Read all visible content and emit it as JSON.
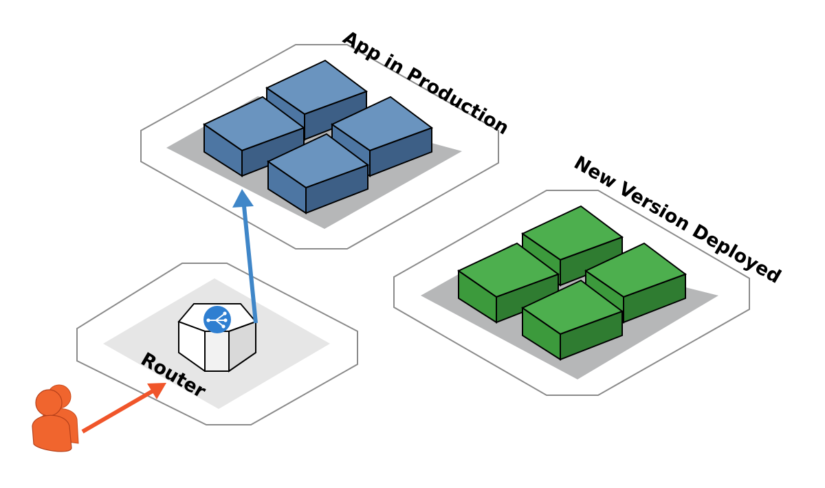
{
  "groups": {
    "production": {
      "label": "App in Production",
      "box_count": 4
    },
    "new_version": {
      "label": "New Version Deployed",
      "box_count": 4
    },
    "router": {
      "label": "Router"
    }
  },
  "colors": {
    "production_top": "#6a94bf",
    "production_left": "#4d76a3",
    "production_right": "#3d5f86",
    "new_top": "#4daf4e",
    "new_left": "#3c9a3c",
    "new_right": "#2f7c31",
    "platform_outline": "#8a8a8a",
    "platform_fill": "#ffffff",
    "shadow_dark": "#b6b7b8",
    "shadow_light": "#e6e6e6",
    "router_icon": "#2f7fd1",
    "arrow_blue": "#3f86c8",
    "arrow_orange": "#f0552a",
    "user_icon": "#f0652e"
  },
  "icons": {
    "user": "person-icon",
    "router": "network-router-icon"
  }
}
